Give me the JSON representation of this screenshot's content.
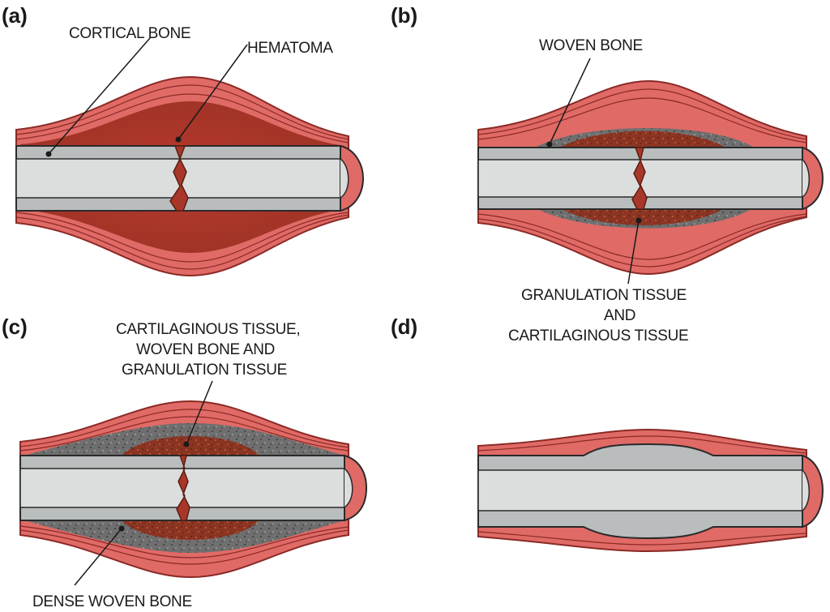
{
  "colors": {
    "muscle": "#e06a66",
    "muscle_line": "#8a2a26",
    "hematoma": "#a8372a",
    "callus": "#8a3422",
    "cortical": "#b9bdbd",
    "marrow": "#dcdede",
    "outline": "#2a2a2a"
  },
  "panels": {
    "a": {
      "label": "(a)",
      "annotations": [
        "CORTICAL BONE",
        "HEMATOMA"
      ]
    },
    "b": {
      "label": "(b)",
      "annotations": [
        "WOVEN BONE",
        "GRANULATION TISSUE",
        "AND",
        "CARTILAGINOUS TISSUE"
      ]
    },
    "c": {
      "label": "(c)",
      "annotations": [
        "CARTILAGINOUS TISSUE,",
        "WOVEN BONE AND",
        "GRANULATION TISSUE",
        "DENSE WOVEN BONE"
      ]
    },
    "d": {
      "label": "(d)",
      "annotations": []
    }
  }
}
